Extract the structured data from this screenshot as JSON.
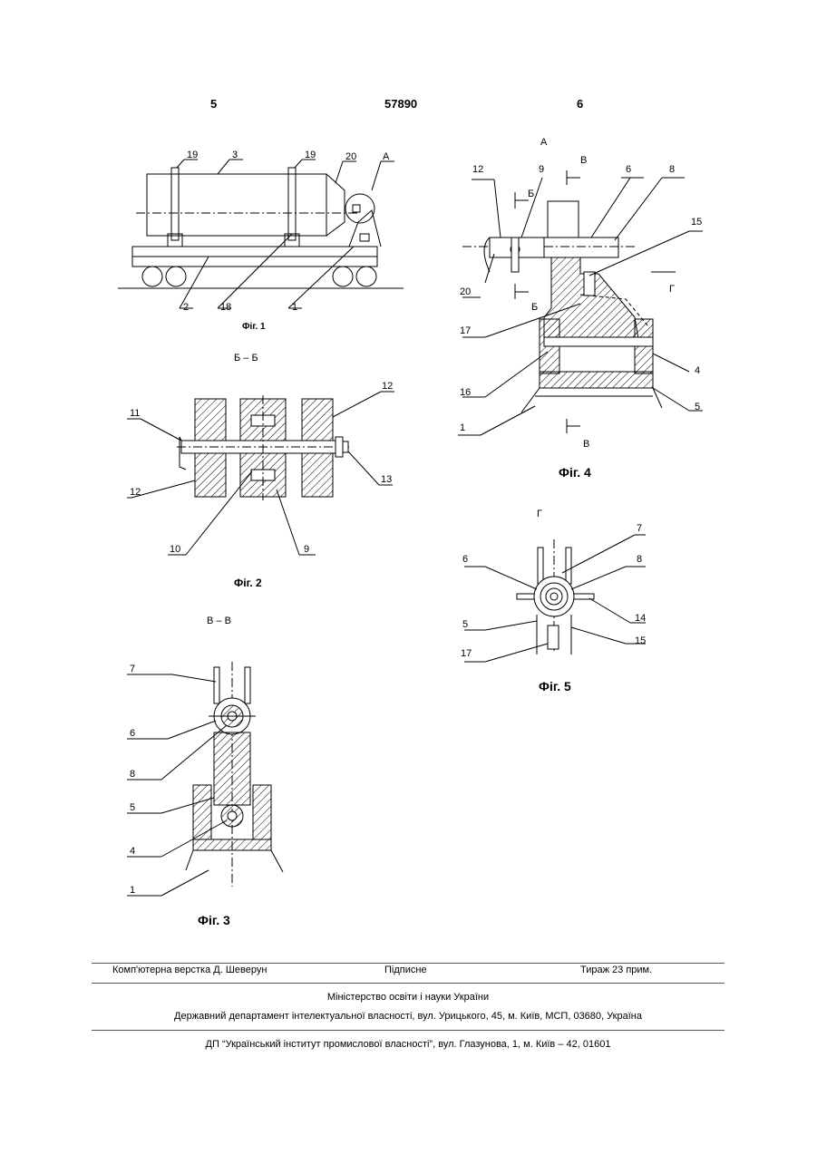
{
  "header": {
    "page_left": "5",
    "patent_number": "57890",
    "page_right": "6"
  },
  "figures": {
    "fig1": {
      "caption": "Фіг. 1",
      "labels": [
        "19",
        "3",
        "19",
        "20",
        "A",
        "2",
        "18",
        "1"
      ]
    },
    "fig2": {
      "section": "Б – Б",
      "caption": "Фіг. 2",
      "labels": [
        "11",
        "12",
        "12",
        "13",
        "10",
        "9"
      ]
    },
    "fig3": {
      "section": "В – В",
      "caption": "Фіг. 3",
      "labels": [
        "7",
        "6",
        "8",
        "5",
        "4",
        "1"
      ]
    },
    "fig4": {
      "view": "A",
      "caption": "Фіг. 4",
      "labels": [
        "12",
        "9",
        "В",
        "6",
        "8",
        "Б",
        "15",
        "20",
        "Г",
        "Б",
        "17",
        "4",
        "16",
        "5",
        "1",
        "В"
      ]
    },
    "fig5": {
      "view": "Г",
      "caption": "Фіг. 5",
      "labels": [
        "7",
        "6",
        "8",
        "14",
        "5",
        "15",
        "17"
      ]
    }
  },
  "footer": {
    "layout": "Комп'ютерна верстка Д. Шеверун",
    "signed": "Підписне",
    "circulation": "Тираж 23 прим.",
    "ministry": "Міністерство освіти і науки України",
    "department": "Державний департамент інтелектуальної власності, вул. Урицького, 45, м. Київ, МСП, 03680, Україна",
    "institute": "ДП “Український інститут промислової власності”, вул. Глазунова, 1, м. Київ – 42, 01601"
  }
}
